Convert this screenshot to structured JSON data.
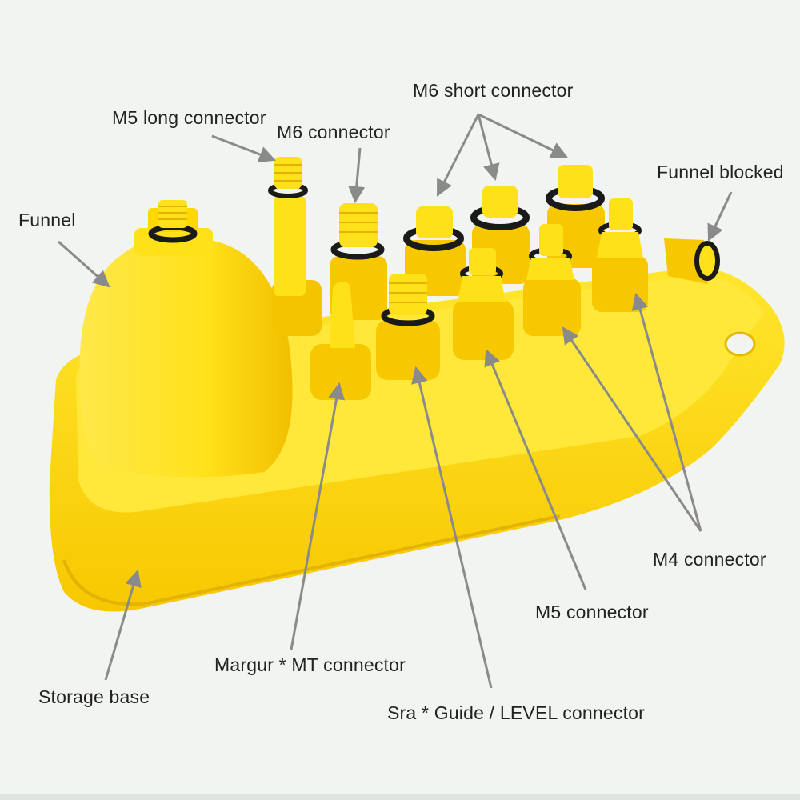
{
  "colors": {
    "background": "#f1f4f1",
    "plastic": "#ffe11a",
    "plastic_shadow": "#f5c400",
    "oring": "#1a1a1a",
    "arrow": "#8a8a8a"
  },
  "labels": {
    "m5_long_connector": "M5 long connector",
    "m6_short_connector": "M6 short connector",
    "m6_connector": "M6 connector",
    "funnel_blocked": "Funnel blocked",
    "funnel": "Funnel",
    "m4_connector": "M4 connector",
    "m5_connector": "M5 connector",
    "magura_mt_connector": "Margur * MT connector",
    "storage_base": "Storage base",
    "sram_guide_level_connector": "Sra * Guide / LEVEL connector"
  }
}
